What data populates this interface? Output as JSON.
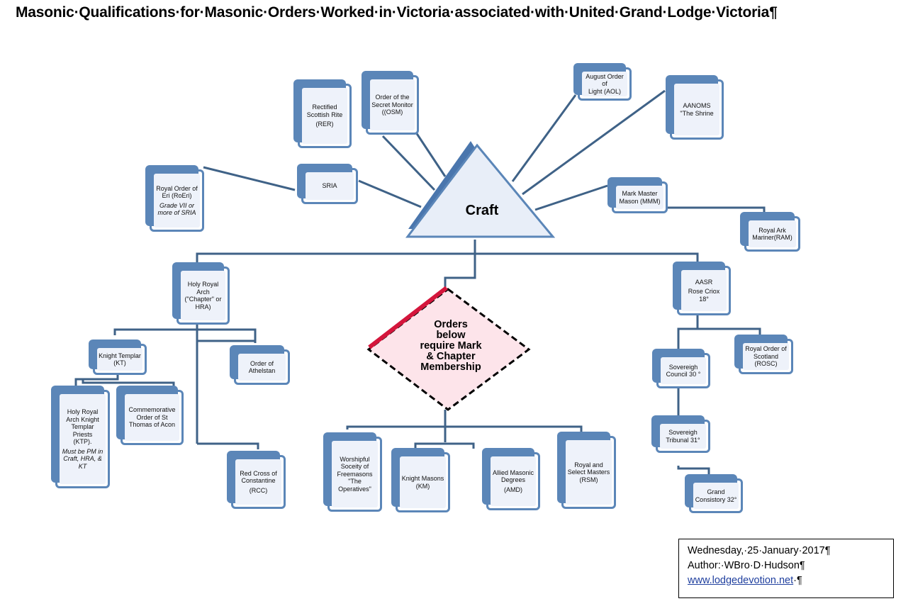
{
  "title": "Masonic·Qualifications·for·Masonic·Orders·Worked·in·Victoria·associated·with·United·Grand·Lodge·Victoria¶",
  "craft": "Craft",
  "diamond": [
    "Orders",
    "below",
    "require Mark",
    "& Chapter",
    "Membership"
  ],
  "boxes": {
    "rer": [
      "Rectified",
      "Scottish Rite",
      "(RER)"
    ],
    "osm": [
      "Order of the",
      "Secret Monitor",
      "((OSM)"
    ],
    "aol": [
      "August Order of",
      "Light (AOL)"
    ],
    "aanoms": [
      "AANOMS",
      "\"The Shrine"
    ],
    "sria": [
      "SRIA"
    ],
    "roeri": [
      "Royal Order of",
      "Eri (RoEri)"
    ],
    "roeri_note": [
      "Grade VII or",
      "more of SRIA"
    ],
    "mmm": [
      "Mark Master",
      "Mason (MMM)"
    ],
    "ram": [
      "Royal Ark",
      "Mariner(RAM)"
    ],
    "hra": [
      "Holy Royal",
      "Arch",
      "(\"Chapter\" or",
      "HRA)"
    ],
    "aasr": [
      "AASR",
      "Rose Criox 18°"
    ],
    "kt": [
      "Knight Templar",
      "(KT)"
    ],
    "athelstan": [
      "Order of",
      "Athelstan"
    ],
    "ktp": [
      "Holy Royal",
      "Arch Knight",
      "Templar Priests",
      "(KTP)."
    ],
    "ktp_note": [
      "Must be PM in",
      "Craft, HRA, &",
      "KT"
    ],
    "acon": [
      "Commemorative",
      "Order of St",
      "Thomas of Acon"
    ],
    "rcc": [
      "Red Cross of",
      "Constantine",
      "(RCC)"
    ],
    "operatives": [
      "Worshipful",
      "Soceity of",
      "Freemasons",
      "\"The",
      "Operatives\""
    ],
    "km": [
      "Knight Masons",
      "(KM)"
    ],
    "amd": [
      "Allied Masonic",
      "Degrees",
      "(AMD)"
    ],
    "rsm": [
      "Royal and",
      "Select Masters",
      "(RSM)"
    ],
    "rosc": [
      "Royal Order of",
      "Scotland",
      "(ROSC)"
    ],
    "sc30": [
      "Sovereigh",
      "Council 30 °"
    ],
    "st31": [
      "Sovereigh",
      "Tribunal 31°"
    ],
    "gc32": [
      "Grand",
      "Consistory 32°"
    ]
  },
  "footer": {
    "date": "Wednesday,·25·January·2017¶",
    "author": "Author:·WBro·D·Hudson¶",
    "link": "www.lodgedevotion.net",
    "link_tail": "·¶"
  },
  "colors": {
    "box_border": "#5b86b8",
    "box_fill": "#eef2fa",
    "line": "#3f6287",
    "diamond_fill": "#fde4ea",
    "diamond_accent": "#d4163c"
  }
}
